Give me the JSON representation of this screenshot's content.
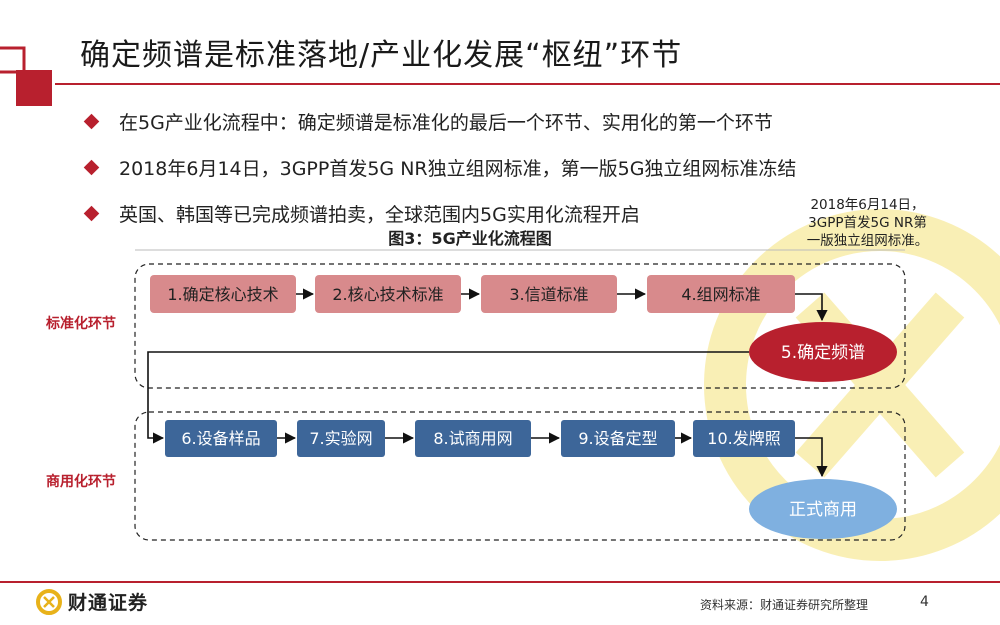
{
  "title": "确定频谱是标准落地/产业化发展“枢纽”环节",
  "bullets": [
    "在5G产业化流程中：确定频谱是标准化的最后一个环节、实用化的第一个环节",
    "2018年6月14日，3GPP首发5G NR独立组网标准，第一版5G独立组网标准冻结",
    "英国、韩国等已完成频谱拍卖，全球范围内5G实用化流程开启"
  ],
  "figure_title": "图3：5G产业化流程图",
  "note_lines": [
    "2018年6月14日，",
    "3GPP首发5G NR第",
    "一版独立组网标准。"
  ],
  "groups": {
    "standard": "标准化环节",
    "commercial": "商用化环节"
  },
  "steps": {
    "s1": "1.确定核心技术",
    "s2": "2.核心技术标准",
    "s3": "3.信道标准",
    "s4": "4.组网标准",
    "s5": "5.确定频谱",
    "s6": "6.设备样品",
    "s7": "7.实验网",
    "s8": "8.试商用网",
    "s9": "9.设备定型",
    "s10": "10.发牌照",
    "final": "正式商用"
  },
  "colors": {
    "accent": "#b8202e",
    "standard_box": "#d88a8c",
    "commercial_box": "#3d6699",
    "frequency_ellipse": "#b8202e",
    "final_ellipse": "#7fb0e0",
    "watermark": "#f5e27a"
  },
  "footer": {
    "logo_text": "财通证券",
    "source": "资料来源：财通证券研究所整理",
    "page": "4"
  }
}
